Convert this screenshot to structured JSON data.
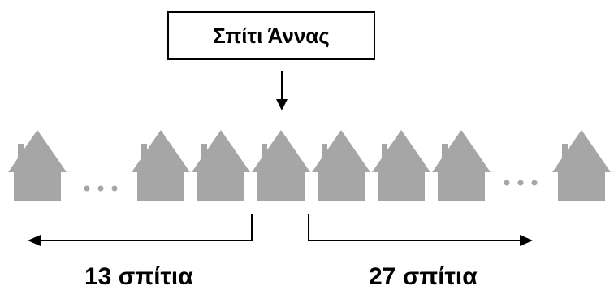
{
  "title_box": {
    "text": "Σπίτι Άννας"
  },
  "counts": {
    "left": "13 σπίτια",
    "right": "27 σπίτια"
  },
  "colors": {
    "house": "#a6a6a6",
    "line": "#000000",
    "dots": "#a6a6a6"
  }
}
